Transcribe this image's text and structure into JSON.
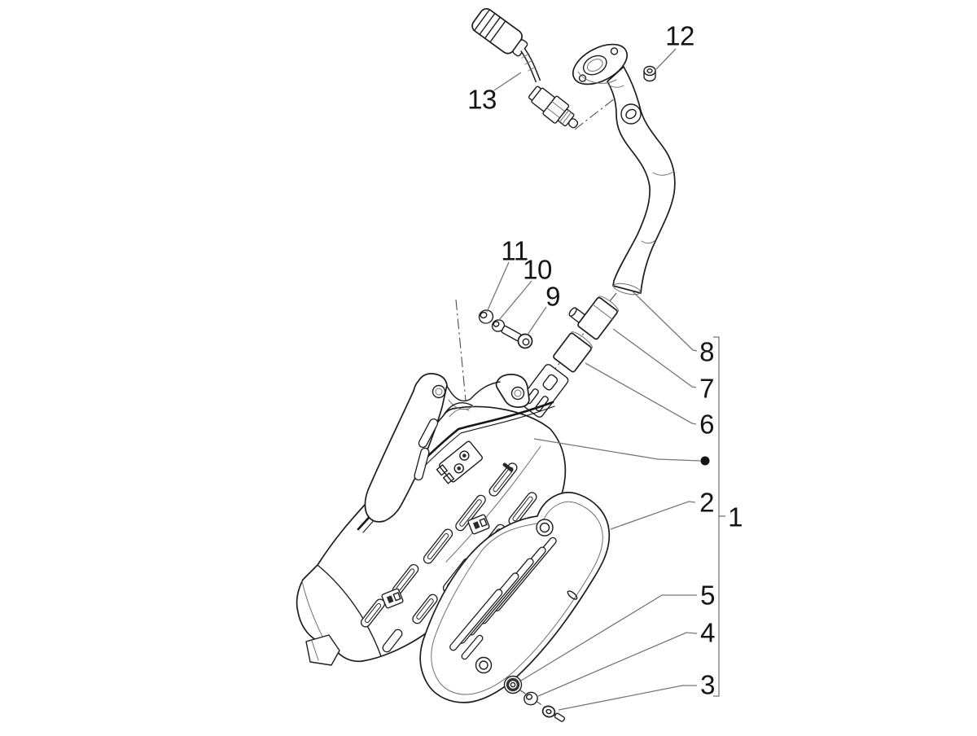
{
  "colors": {
    "background": "#ffffff",
    "line": "#1d1d1d",
    "leader": "#767676",
    "label": "#141414"
  },
  "callouts": {
    "c1": "1",
    "c2": "2",
    "c3": "3",
    "c4": "4",
    "c5": "5",
    "c6": "6",
    "c7": "7",
    "c8": "8",
    "c9": "9",
    "c10": "10",
    "c11": "11",
    "c12": "12",
    "c13": "13"
  }
}
